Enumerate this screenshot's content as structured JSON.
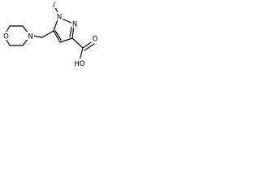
{
  "diagram": {
    "type": "chemical-structure",
    "atom_labels": {
      "methyl": "/",
      "pyrazole_n1": "N",
      "pyrazole_n2": "N",
      "morpholine_n": "N",
      "morpholine_o": "O",
      "carboxyl_oh": "HO",
      "carboxyl_o": "O"
    },
    "colors": {
      "ink": "#000000",
      "background": "#ffffff"
    }
  }
}
